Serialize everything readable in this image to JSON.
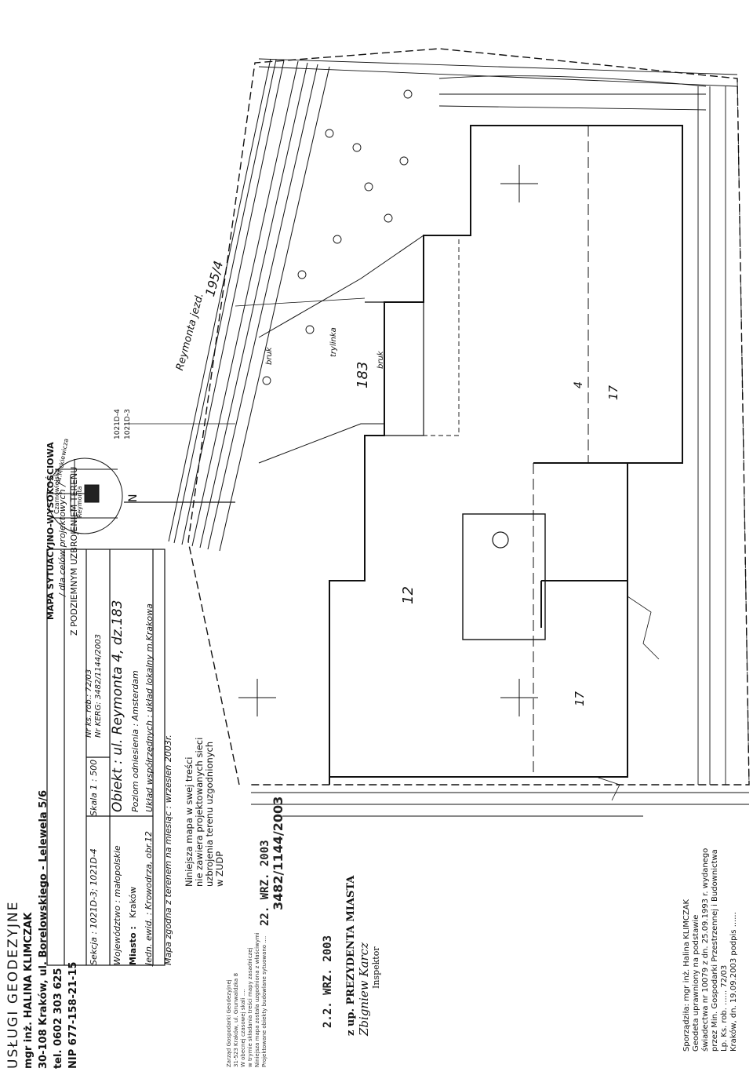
{
  "company": {
    "line1": "USŁUGI GEODEZYJNE",
    "line2": "mgr inż. HALINA KLIMCZAK",
    "line3": "30-108 Kraków, ul. Borelowskiego - Lelewela 5/6",
    "line4": "tel. 0602 303 625",
    "line5": "NIP 677-158-21-15"
  },
  "map_info": {
    "title": "MAPA   SYTUACYJNO-WYSOKOŚCIOWA",
    "subtitle": "/ dla celów projektowych /",
    "subtitle2": "Z  PODZIEMNYM  UZBROJENIEM  TERENU",
    "sekcja": "Sekcja : 1021D-3; 1021D-4",
    "skala": "Skala  1 : 500",
    "nr_ks": "Nr ks. rob.: 72/03",
    "nr_kerg": "Nr KERG: 3482/1144/2003",
    "wojewodztwo": "Województwo :   małopolskie",
    "miasto_label": "Miasto :",
    "miasto": "Kraków",
    "jedn": "Jedn. ewid. : Krowodrza, obr.12",
    "obiekt": "Obiekt : ul. Reymonta 4, dz.183",
    "poziom": "Poziom  odniesienia : Amsterdam",
    "uklad": "Układ  współrzędnych : układ  lokalny m.Krakowa",
    "zgodna": "Mapa  zgodna  z  terenem  na  miesiąc :  wrzesień  2003r."
  },
  "note": {
    "l1": "Niniejsza mapa w swej treści",
    "l2": "nie zawiera projektowanych sieci",
    "l3": "uzbrojenia terenu uzgodnionych",
    "l4": "w ZUDP"
  },
  "stamp": {
    "l1": "Zarząd Gospodarki Geodezyjnej",
    "l2": "31-523 Kraków, ul. Grunwaldzka 8",
    "l3": "W obecnej czasowej skali ....",
    "l4": "w trymie składania treści mapy zasadniczej",
    "l5": "Niniejsza mapa została uzgodniona z właściwymi",
    "l6": "Projektowane obiekty budowlane sytuowano ....",
    "date1": "22. WRZ. 2003",
    "date2": "2.2. WRZ. 2003"
  },
  "registry": {
    "number": "3482/1144/2003",
    "date": "22. WRZ. 2003"
  },
  "president": {
    "l1": "z up. PREZYDENTA MIASTA",
    "sig": "Zbigniew Karcz",
    "role": "Inspektor"
  },
  "certificate": {
    "l1": "Sporządziła: mgr inż. Halina KLIMCZAK",
    "l2": "Geodeta uprawniony na podstawie",
    "l3": "świadectwa nr 10079 z dn. 25.09.1993 r. wydanego",
    "l4": "przez Min. Gospodarki Przestrzennej i Budownictwa",
    "l5": "Lp. Ks. rob. ...... 72/03",
    "l6": "Kraków, dn. 19.09.2003     podpis ......"
  },
  "labels": {
    "street": "Reymonta  jezd.",
    "parcel_195": "195/4",
    "parcel_183": "183",
    "b12": "12",
    "b17a": "17",
    "b17b": "17",
    "b4": "4",
    "bruk1": "bruk",
    "bruk2": "bruk",
    "trylinka": "trylinka",
    "sec1": "1021D-3",
    "sec2": "1021D-4",
    "loc_reymonta": "Reymonta",
    "loc_czarnowiejska": "Czarnowiejska",
    "loc_mickiewicza": "Al.Mickiewicza",
    "north": "N"
  }
}
